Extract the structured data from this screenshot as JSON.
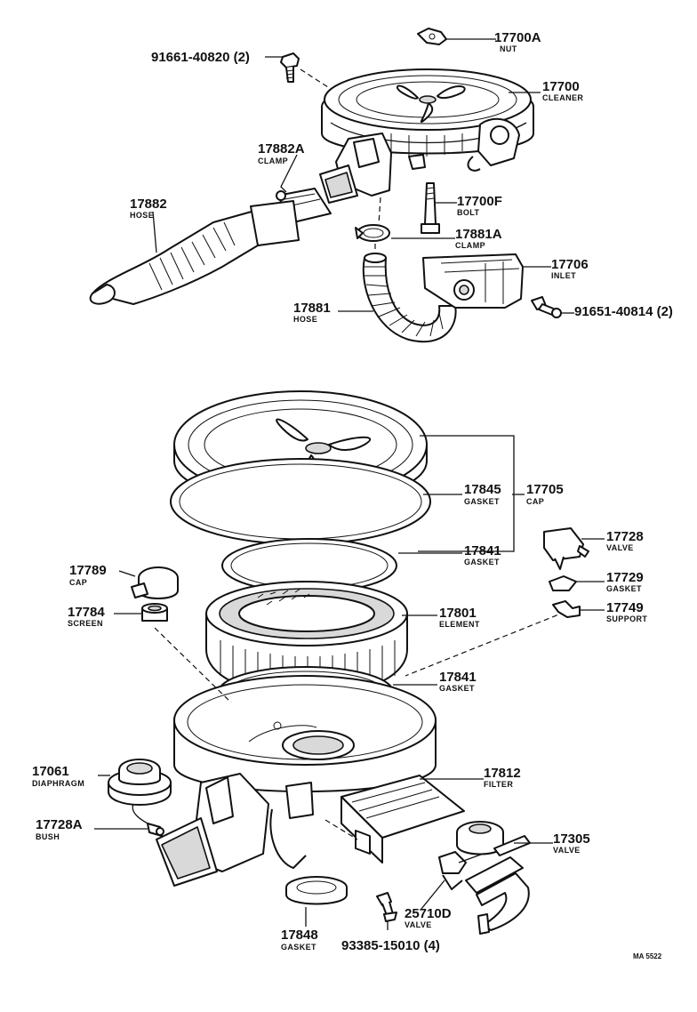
{
  "parts": [
    {
      "id": "17700A",
      "name": "NUT"
    },
    {
      "id": "91661-40820 (2)",
      "name": ""
    },
    {
      "id": "17700",
      "name": "CLEANER"
    },
    {
      "id": "17882A",
      "name": "CLAMP"
    },
    {
      "id": "17882",
      "name": "HOSE"
    },
    {
      "id": "17700F",
      "name": "BOLT"
    },
    {
      "id": "17881A",
      "name": "CLAMP"
    },
    {
      "id": "17706",
      "name": "INLET"
    },
    {
      "id": "17881",
      "name": "HOSE"
    },
    {
      "id": "91651-40814 (2)",
      "name": ""
    },
    {
      "id": "17845",
      "name": "GASKET"
    },
    {
      "id": "17705",
      "name": "CAP"
    },
    {
      "id": "17841",
      "name": "GASKET"
    },
    {
      "id": "17728",
      "name": "VALVE"
    },
    {
      "id": "17789",
      "name": "CAP"
    },
    {
      "id": "17729",
      "name": "GASKET"
    },
    {
      "id": "17784",
      "name": "SCREEN"
    },
    {
      "id": "17801",
      "name": "ELEMENT"
    },
    {
      "id": "17749",
      "name": "SUPPORT"
    },
    {
      "id": "17841",
      "name": "GASKET"
    },
    {
      "id": "17061",
      "name": "DIAPHRAGM"
    },
    {
      "id": "17812",
      "name": "FILTER"
    },
    {
      "id": "17728A",
      "name": "BUSH"
    },
    {
      "id": "17305",
      "name": "VALVE"
    },
    {
      "id": "25710D",
      "name": "VALVE"
    },
    {
      "id": "17848",
      "name": "GASKET"
    },
    {
      "id": "93385-15010 (4)",
      "name": ""
    }
  ],
  "drawing_code": "MA 5522"
}
